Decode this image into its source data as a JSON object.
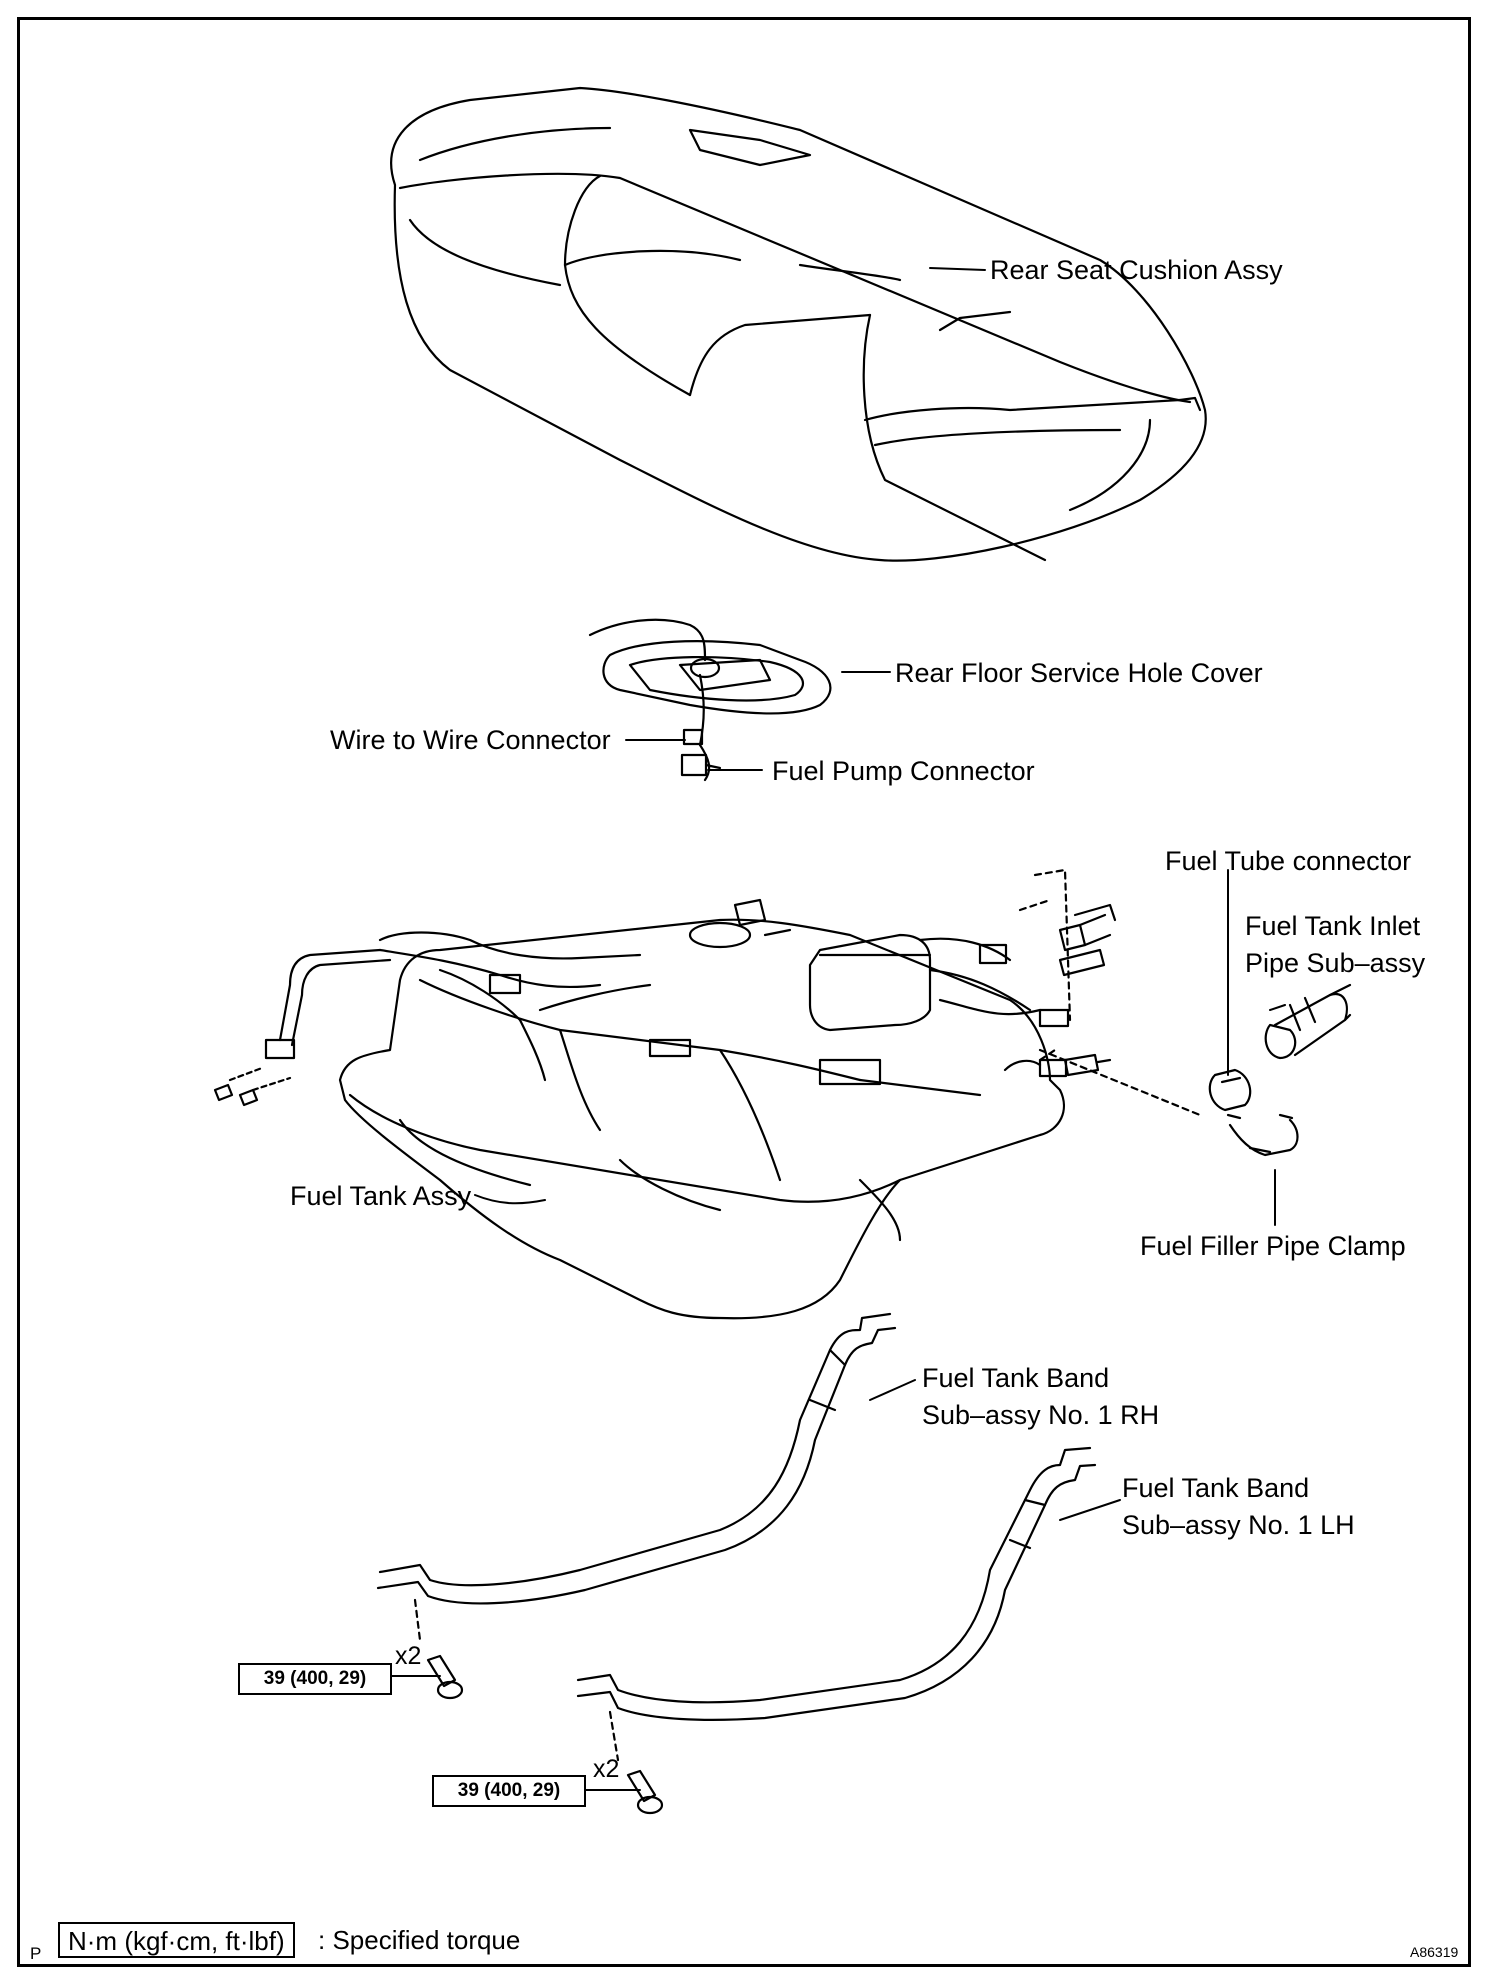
{
  "labels": {
    "rear_seat_cushion": "Rear Seat Cushion Assy",
    "rear_floor_cover": "Rear Floor Service Hole Cover",
    "wire_connector": "Wire to Wire Connector",
    "fuel_pump_connector": "Fuel Pump Connector",
    "fuel_tube_connector": "Fuel Tube connector",
    "inlet_pipe_line1": "Fuel Tank Inlet",
    "inlet_pipe_line2": "Pipe Sub–assy",
    "fuel_tank_assy": "Fuel Tank Assy",
    "filler_pipe_clamp": "Fuel Filler Pipe Clamp",
    "band_rh_line1": "Fuel Tank Band",
    "band_rh_line2": "Sub–assy No. 1 RH",
    "band_lh_line1": "Fuel Tank Band",
    "band_lh_line2": "Sub–assy No. 1 LH"
  },
  "torque": {
    "rh_value": "39 (400, 29)",
    "rh_qty": "x2",
    "lh_value": "39 (400, 29)",
    "lh_qty": "x2"
  },
  "legend": {
    "unit_box": "N·m (kgf·cm, ft·lbf)",
    "text": ": Specified torque"
  },
  "corner": {
    "left_mark": "P",
    "figure_id": "A86319"
  }
}
